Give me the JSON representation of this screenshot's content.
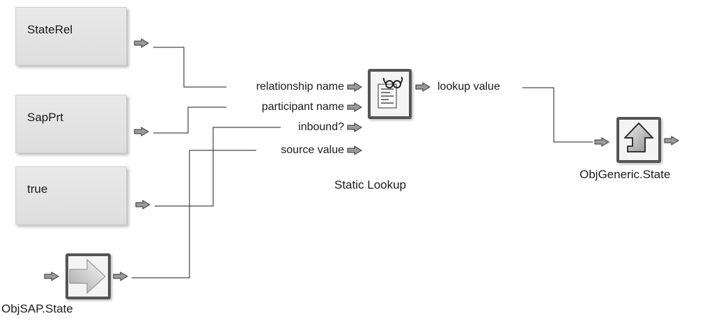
{
  "inputs": {
    "state_rel": {
      "label": "StateRel"
    },
    "sap_prt": {
      "label": "SapPrt"
    },
    "true_const": {
      "label": "true"
    }
  },
  "source_node": {
    "caption": "ObjSAP.State"
  },
  "lookup": {
    "caption": "Static Lookup",
    "ports_in": [
      {
        "label": "relationship name"
      },
      {
        "label": "participant name"
      },
      {
        "label": "inbound?"
      },
      {
        "label": "source value"
      }
    ],
    "port_out": {
      "label": "lookup value"
    }
  },
  "target_node": {
    "caption": "ObjGeneric.State"
  },
  "colors": {
    "wire": "#1a1a1a",
    "arrow_fill": "#9a9a9a",
    "arrow_stroke": "#333333",
    "node_border": "#555555",
    "box_fill": "#e4e4e4"
  },
  "icons": {
    "lookup": "glasses-document-icon",
    "source": "right-arrow-icon",
    "target": "up-turn-arrow-icon"
  }
}
